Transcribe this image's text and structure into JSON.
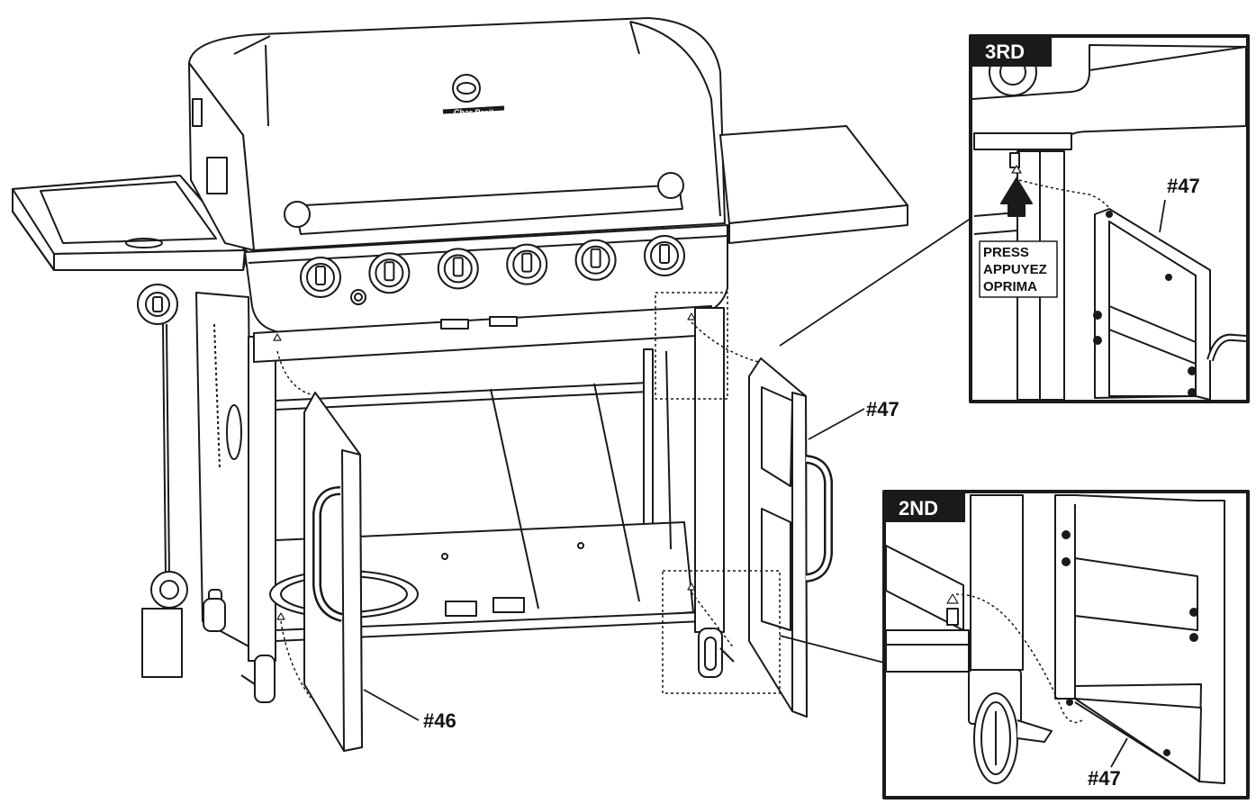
{
  "main_view": {
    "door_left_label": "#46",
    "door_right_label": "#47",
    "brand_mark": "Char-Broil",
    "knob_count": 6
  },
  "inset_third": {
    "step": "3RD",
    "part_label": "#47",
    "press_lines": [
      "PRESS",
      "APPUYEZ",
      "OPRIMA"
    ]
  },
  "inset_second": {
    "step": "2ND",
    "part_label": "#47"
  },
  "colors": {
    "line": "#1a1a1a",
    "badge_bg": "#1a1a1a",
    "badge_text": "#ffffff",
    "fill": "#ffffff"
  }
}
